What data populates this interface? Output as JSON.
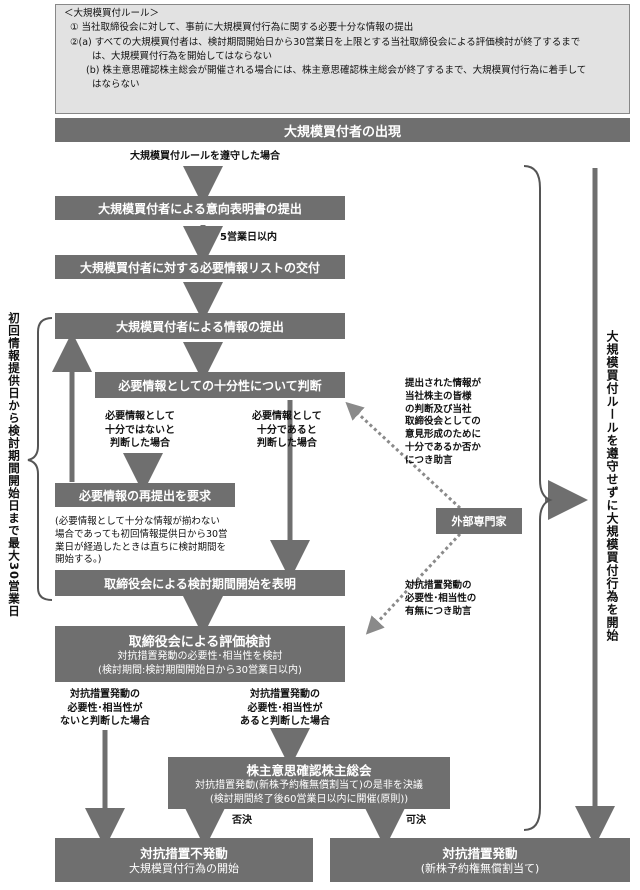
{
  "rules": {
    "heading": "＜大規模買付ルール＞",
    "item1": "① 当社取締役会に対して、事前に大規模買付行為に関する必要十分な情報の提出",
    "item2a_line1": "②(a) すべての大規模買付者は、検討期間開始日から30営業日を上限とする当社取締役会による評価検討が終了するまで",
    "item2a_line2": "は、大規模買付行為を開始してはならない",
    "item2b_line1": "(b) 株主意思確認株主総会が開催される場合には、株主意思確認株主総会が終了するまで、大規模買付行為に着手して",
    "item2b_line2": "はならない"
  },
  "flow": {
    "appearance": "大規模買付者の出現",
    "comply_label": "大規模買付ルールを遵守した場合",
    "intent_letter": "大規模買付者による意向表明書の提出",
    "five_days": "5営業日以内",
    "info_list": "大規模買付者に対する必要情報リストの交付",
    "info_submit": "大規模買付者による情報の提出",
    "judge": "必要情報としての十分性について判断",
    "insufficient_1": "必要情報として",
    "insufficient_2": "十分ではないと",
    "insufficient_3": "判断した場合",
    "sufficient_1": "必要情報として",
    "sufficient_2": "十分であると",
    "sufficient_3": "判断した場合",
    "resubmit": "必要情報の再提出を要求",
    "note_1": "(必要情報として十分な情報が揃わない",
    "note_2": "場合であっても初回情報提供日から30営",
    "note_3": "業日が経過したときは直ちに検討期間を",
    "note_4": "開始する。)",
    "review_start": "取締役会による検討期間開始を表明",
    "evaluation_title": "取締役会による評価検討",
    "evaluation_sub1": "対抗措置発動の必要性･相当性を検討",
    "evaluation_sub2": "(検討期間:検討期間開始日から30営業日以内)",
    "no_need_1": "対抗措置発動の",
    "no_need_2": "必要性･相当性が",
    "no_need_3": "ないと判断した場合",
    "need_1": "対抗措置発動の",
    "need_2": "必要性･相当性が",
    "need_3": "あると判断した場合",
    "meeting_title": "株主意思確認株主総会",
    "meeting_sub1": "対抗措置発動(新株予約権無償割当て)の是非を決議",
    "meeting_sub2": "(検討期間終了後60営業日以内に開催(原則))",
    "rejected": "否決",
    "approved": "可決",
    "no_action_title": "対抗措置不発動",
    "no_action_sub": "大規模買付行為の開始",
    "action_title": "対抗措置発動",
    "action_sub": "(新株予約権無償割当て)"
  },
  "expert": {
    "label": "外部専門家",
    "advice1_1": "提出された情報が",
    "advice1_2": "当社株主の皆様",
    "advice1_3": "の判断及び当社",
    "advice1_4": "取締役会としての",
    "advice1_5": "意見形成のために",
    "advice1_6": "十分であるか否か",
    "advice1_7": "につき助言",
    "advice2_1": "対抗措置発動の",
    "advice2_2": "必要性･相当性の",
    "advice2_3": "有無につき助言"
  },
  "left_vertical": "初回情報提供日から検討期間開始日まで最大30営業日",
  "right_vertical": "大規模買付ルールを遵守せずに大規模買付行為を開始",
  "colors": {
    "box": "#6f6f6f",
    "arrow": "#6f6f6f",
    "rules_bg": "#e2e2e2",
    "dotted": "#8a8a8a"
  }
}
